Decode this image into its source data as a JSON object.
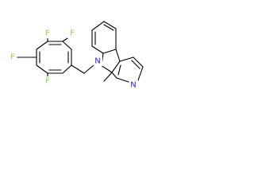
{
  "structure": {
    "atom_labels": {
      "fluorine": "F",
      "nitrogen_indole": "N",
      "nitrogen_pyridine": "N"
    },
    "colors": {
      "bond": "#000000",
      "fluorine": "#8fd44a",
      "nitrogen": "#1f1fe0",
      "background": "#ffffff"
    }
  }
}
